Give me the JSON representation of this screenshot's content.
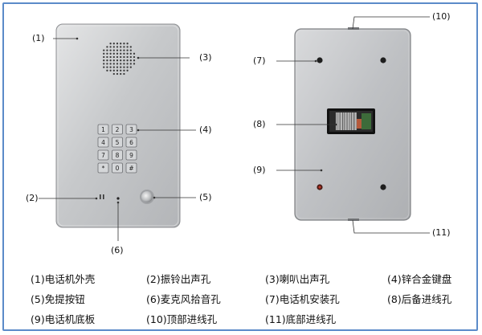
{
  "callouts": {
    "c1": "(1)",
    "c2": "(2)",
    "c3": "(3)",
    "c4": "(4)",
    "c5": "(5)",
    "c6": "(6)",
    "c7": "(7)",
    "c8": "(8)",
    "c9": "(9)",
    "c10": "(10)",
    "c11": "(11)"
  },
  "keypad": [
    "1",
    "2",
    "3",
    "4",
    "5",
    "6",
    "7",
    "8",
    "9",
    "*",
    "0",
    "#"
  ],
  "legend": [
    "(1)电话机外壳",
    "(2)振铃出声孔",
    "(3)喇叭出声孔",
    "(4)锌合金键盘",
    "(5)免提按钮",
    "(6)麦克风拾音孔",
    "(7)电话机安装孔",
    "(8)后备进线孔",
    "(9)电话机底板",
    "(10)顶部进线孔",
    "(11)底部进线孔"
  ],
  "colors": {
    "frame": "#5b8bc9",
    "steel": "#c9cbcd"
  }
}
